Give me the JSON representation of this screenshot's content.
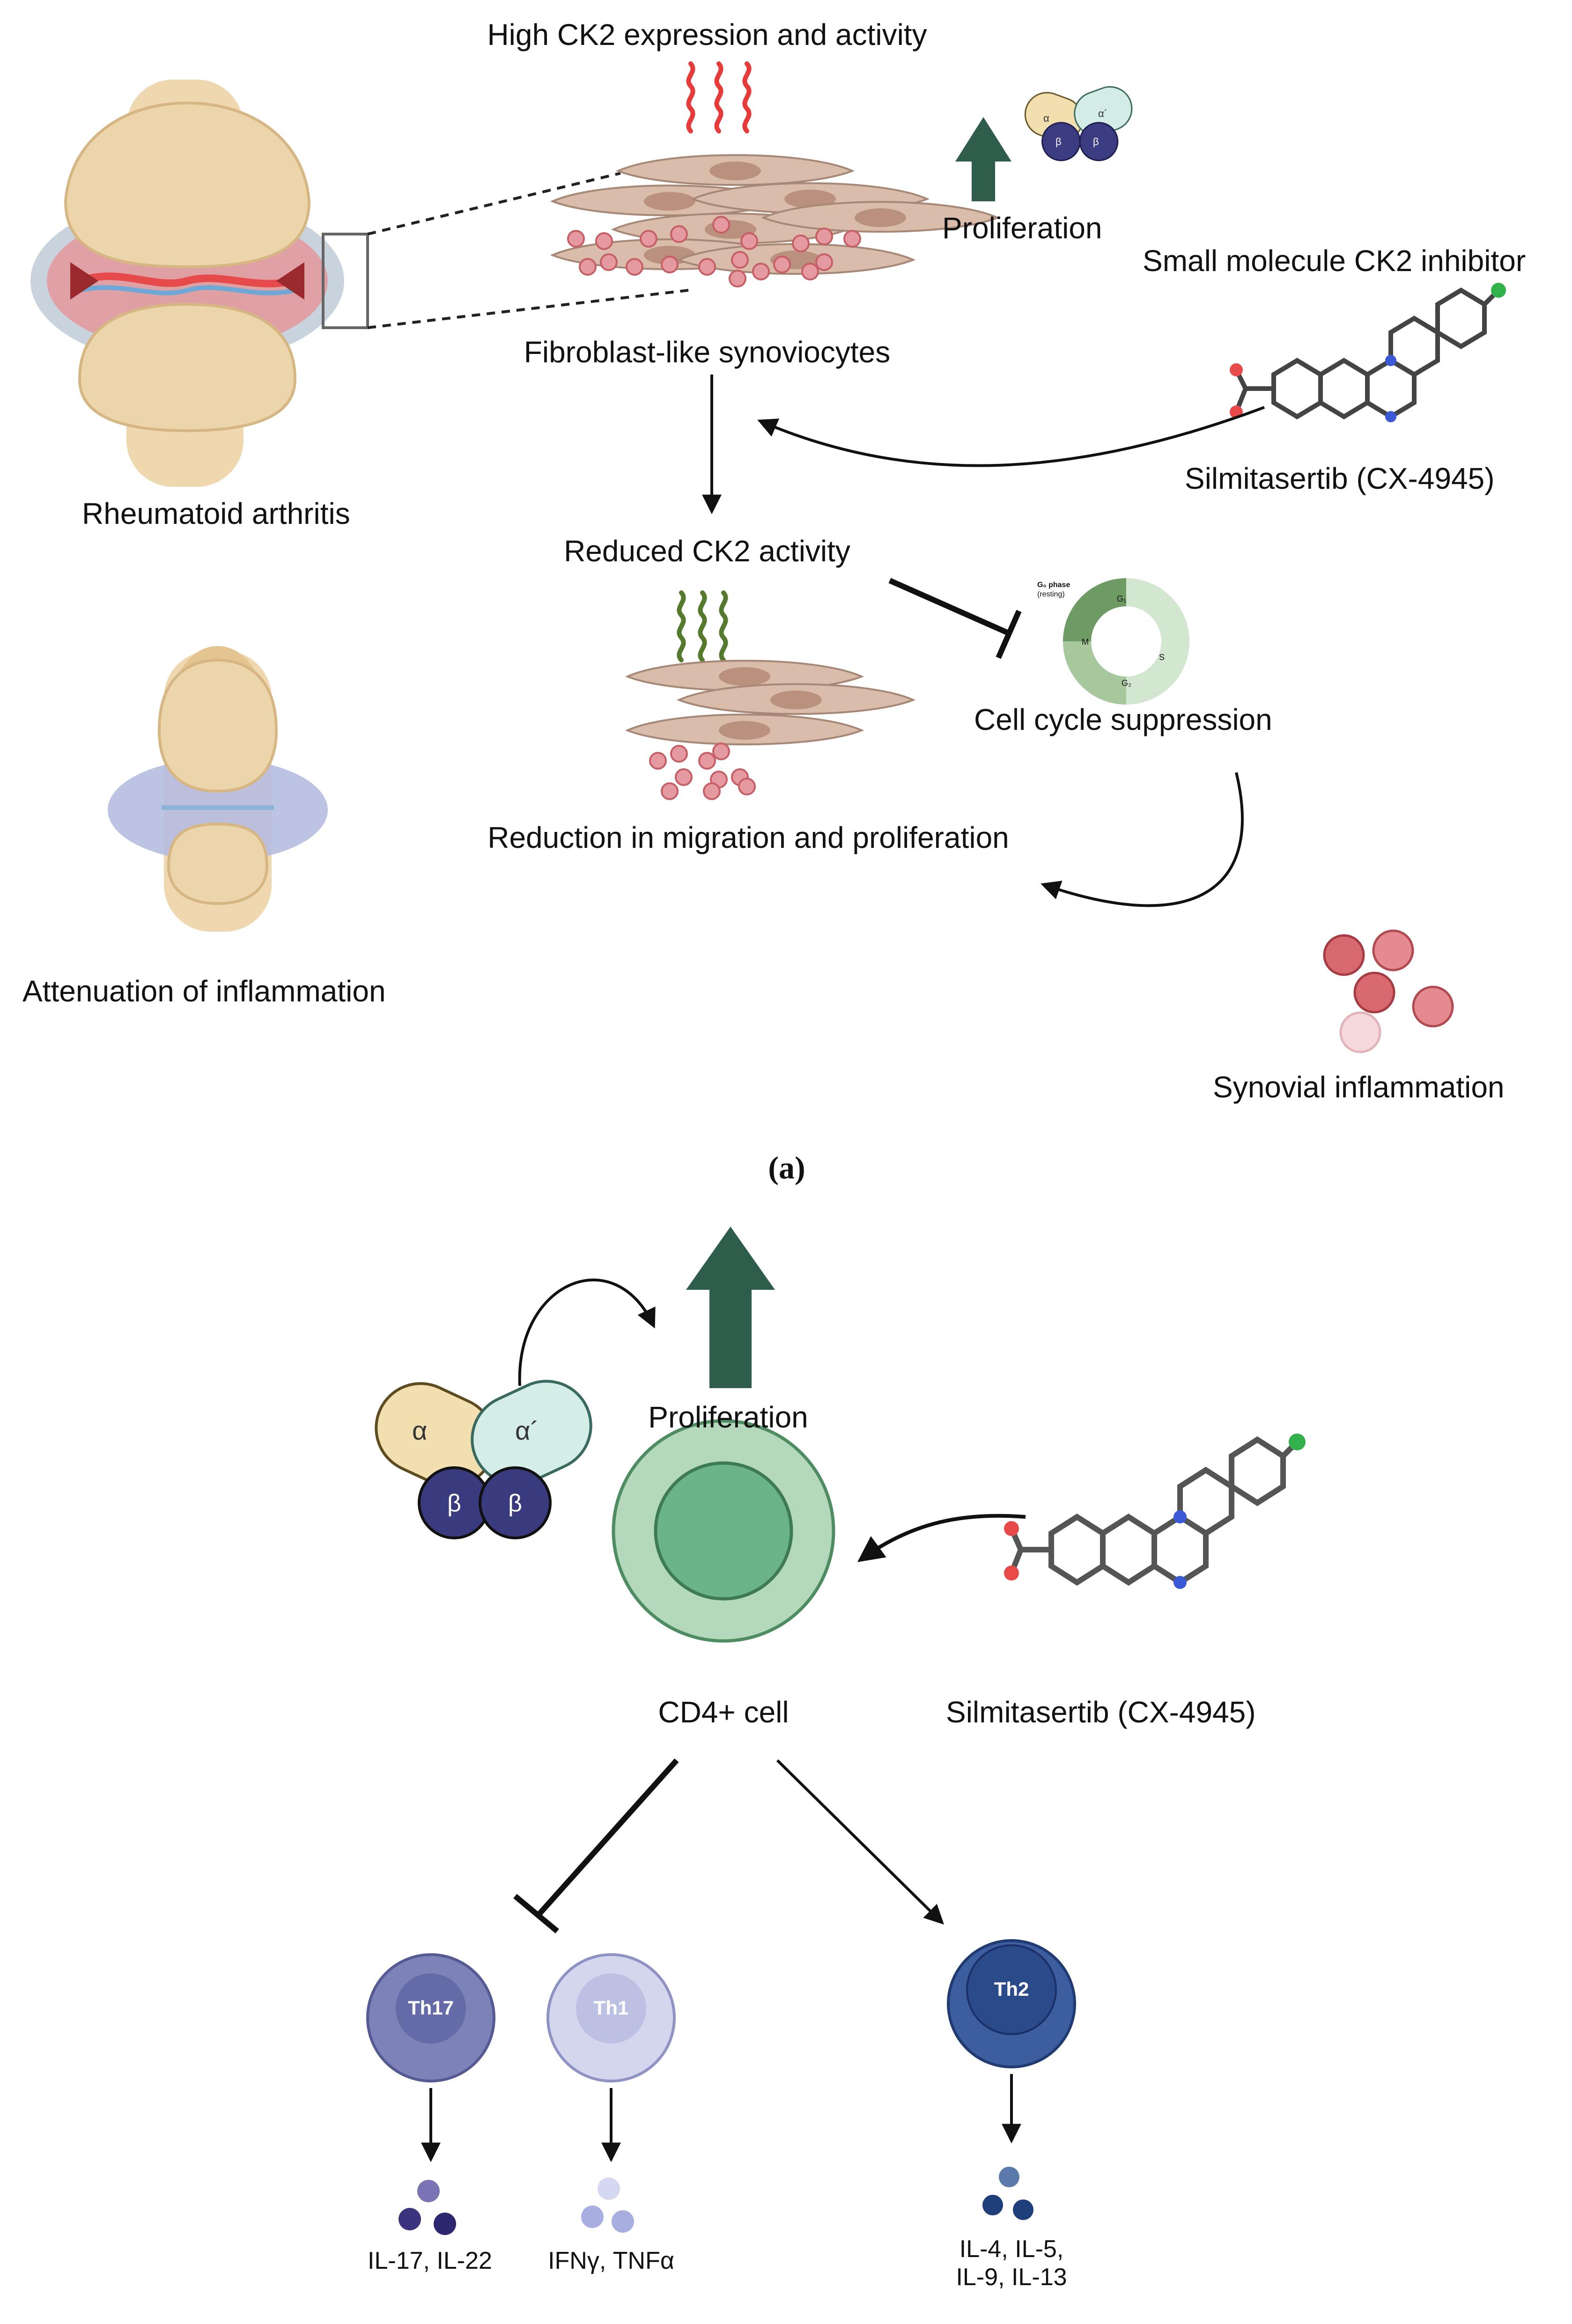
{
  "panel_a": {
    "label": "(a)",
    "high_ck2": "High CK2 expression and activity",
    "proliferation": "Proliferation",
    "small_molecule": "Small molecule CK2 inhibitor",
    "fls": "Fibroblast-like synoviocytes",
    "ra": "Rheumatoid arthritis",
    "silmitasertib": "Silmitasertib (CX-4945)",
    "reduced_ck2": "Reduced CK2 activity",
    "cell_cycle": "Cell cycle suppression",
    "reduction": "Reduction in migration and proliferation",
    "attenuation": "Attenuation of inflammation",
    "synovial": "Synovial inflammation",
    "phase_title": "G₀ phase",
    "phase_sub": "(resting)",
    "phase_g1": "G₁",
    "phase_s": "S",
    "phase_g2": "G₂",
    "phase_m": "M"
  },
  "panel_b": {
    "proliferation": "Proliferation",
    "cd4": "CD4+ cell",
    "silmitasertib": "Silmitasertib (CX-4945)",
    "th17": "Th17",
    "th1": "Th1",
    "th2": "Th2",
    "th17_cyt": "IL-17, IL-22",
    "th1_cyt": "IFNγ, TNFα",
    "th2_cyt": "IL-4, IL-5,\nIL-9, IL-13"
  },
  "ck2": {
    "alpha": "α",
    "alpha_prime": "α´",
    "beta": "β"
  },
  "colors": {
    "dark_green": "#2f5d4b",
    "th17": "#7d83b8",
    "th1": "#c6c9e6",
    "th2": "#3d5e9e",
    "fibroblast": "#d8b9a8",
    "inflam": "#d9747a"
  },
  "icons": [
    "knee-joint",
    "heat-waves",
    "up-arrow",
    "ck2-holoenzyme",
    "molecule",
    "cell-cycle-wheel",
    "t-cell"
  ]
}
